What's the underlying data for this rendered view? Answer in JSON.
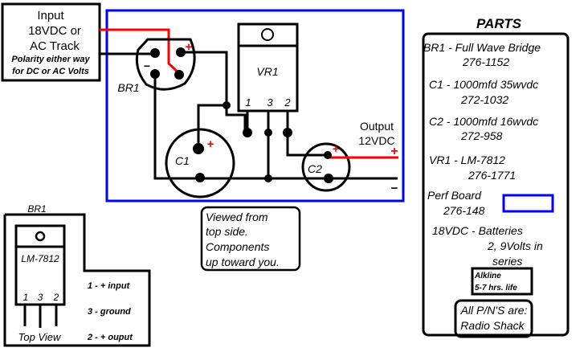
{
  "input_box": {
    "line1": "Input",
    "line2": "18VDC or",
    "line3": "AC Track",
    "note1": "Polarity either way",
    "note2": "for DC or AC Volts"
  },
  "circuit": {
    "br1_label": "BR1",
    "br1_plus": "+",
    "br1_minus": "−",
    "vr1_label": "VR1",
    "vr1_pins": [
      "1",
      "3",
      "2"
    ],
    "c1_label": "C1",
    "c1_plus": "+",
    "c2_label": "C2",
    "c2_plus": "+",
    "output_line1": "Output",
    "output_line2": "12VDC",
    "output_plus": "+",
    "output_minus": "−",
    "colors": {
      "board_outline": "#0000ff",
      "positive_wire": "#ff0000",
      "wire": "#000000"
    }
  },
  "viewed_note": {
    "lines": [
      "Viewed from",
      "top side.",
      "Components",
      "up toward you."
    ]
  },
  "pinout": {
    "title": "BR1",
    "chip_label": "LM-7812",
    "pins": [
      "1",
      "3",
      "2"
    ],
    "caption": "Top View",
    "legend": [
      "1 - + input",
      "3 - ground",
      "2 - + ouput"
    ]
  },
  "parts": {
    "title": "PARTS",
    "items": [
      {
        "line1": "BR1 - Full Wave Bridge",
        "line2": "276-1152"
      },
      {
        "line1": "C1 - 1000mfd 35wvdc",
        "line2": "272-1032"
      },
      {
        "line1": "C2 - 1000mfd 16wvdc",
        "line2": "272-958"
      },
      {
        "line1": "VR1 - LM-7812",
        "line2": "276-1771"
      },
      {
        "line1": "Perf Board",
        "line2": "276-148"
      }
    ],
    "battery": {
      "line1": "18VDC - Batteries",
      "line2": "2, 9Volts in",
      "line3": "series"
    },
    "alkaline": {
      "line1": "Alkline",
      "line2": "5-7 hrs. life"
    },
    "footer": {
      "line1": "All P/N'S are:",
      "line2": "Radio Shack"
    }
  }
}
